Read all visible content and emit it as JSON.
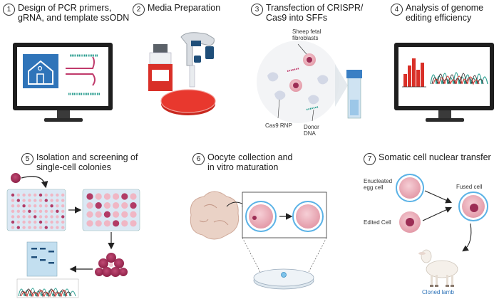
{
  "steps": [
    {
      "num": "1",
      "line1": "Design of PCR primers,",
      "line2": "gRNA, and template ssODN"
    },
    {
      "num": "2",
      "line1": "Media Preparation",
      "line2": ""
    },
    {
      "num": "3",
      "line1": "Transfection of CRISPR/",
      "line2": "Cas9 into SFFs"
    },
    {
      "num": "4",
      "line1": "Analysis of genome",
      "line2": "editing efficiency"
    },
    {
      "num": "5",
      "line1": "Isolation and screening of",
      "line2": "single-cell colonies"
    },
    {
      "num": "6",
      "line1": "Oocyte collection and",
      "line2": "in vitro maturation"
    },
    {
      "num": "7",
      "line1": "Somatic cell nuclear transfer",
      "line2": ""
    }
  ],
  "labels": {
    "sheep_fetal_1": "Sheep fetal",
    "sheep_fetal_2": "fibroblasts",
    "cas9_rnp": "Cas9 RNP",
    "donor_1": "Donor",
    "donor_2": "DNA",
    "enucleated_1": "Enucleated",
    "enucleated_2": "egg cell",
    "edited_cell": "Edited Cell",
    "fused_cell": "Fused cell",
    "cloned_lamb": "Cloned lamb"
  },
  "colors": {
    "cell_fill": "#e7a9b3",
    "cell_nucleus": "#9c2d55",
    "egg_ring": "#5ab2e6",
    "monitor_blue": "#2f74b9",
    "media_red": "#d93028",
    "accent_teal": "#2a9d8f"
  }
}
